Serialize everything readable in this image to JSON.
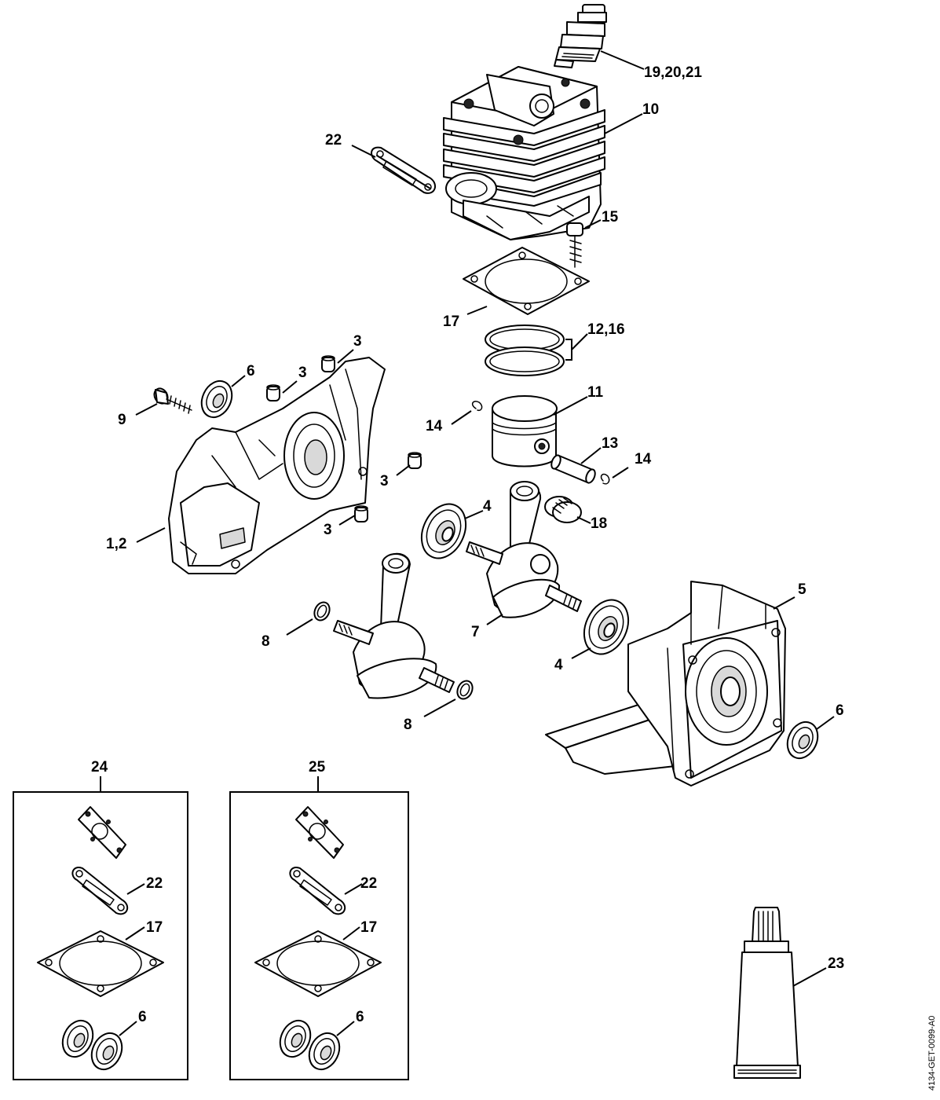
{
  "labels": {
    "spark_plug": "19,20,21",
    "cylinder": "10",
    "exhaust_gasket": "22",
    "screw_cylinder": "15",
    "cylinder_gasket": "17",
    "piston_rings": "12,16",
    "piston": "11",
    "circlip_left": "14",
    "piston_pin": "13",
    "circlip_right": "14",
    "needle_bearing": "18",
    "bearing_upper": "4",
    "bearing_lower": "4",
    "crankshaft": "7",
    "crankcase_right": "5",
    "oil_seal_right": "6",
    "crankcase_left": "1,2",
    "screw_case": "9",
    "oil_seal_left": "6",
    "sleeve_1": "3",
    "sleeve_2": "3",
    "sleeve_3": "3",
    "sleeve_4": "3",
    "ring_8_upper": "8",
    "ring_8_lower": "8",
    "grease_tube": "23"
  },
  "kits": [
    {
      "title": "24",
      "gasket_22": "22",
      "gasket_17": "17",
      "seals_6": "6"
    },
    {
      "title": "25",
      "gasket_22": "22",
      "gasket_17": "17",
      "seals_6": "6"
    }
  ],
  "drawing_code": "4134-GET-0099-A0"
}
